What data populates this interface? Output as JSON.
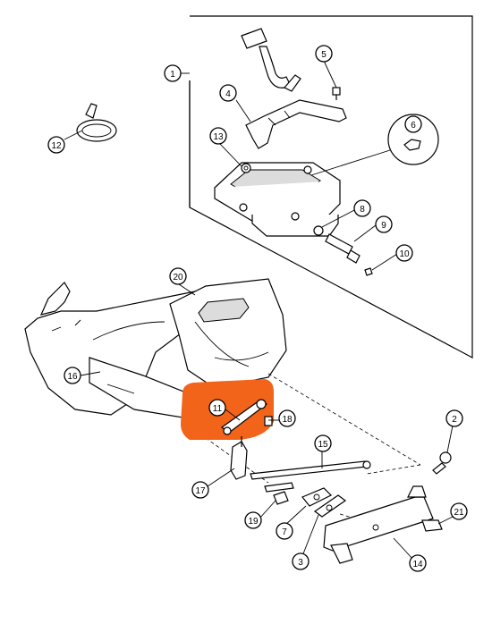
{
  "diagram": {
    "highlight_color": "#f26419",
    "line_color": "#000000",
    "callouts": [
      "1",
      "2",
      "3",
      "4",
      "5",
      "6",
      "7",
      "8",
      "9",
      "10",
      "11",
      "12",
      "13",
      "14",
      "15",
      "16",
      "17",
      "18",
      "19",
      "20",
      "21"
    ]
  }
}
